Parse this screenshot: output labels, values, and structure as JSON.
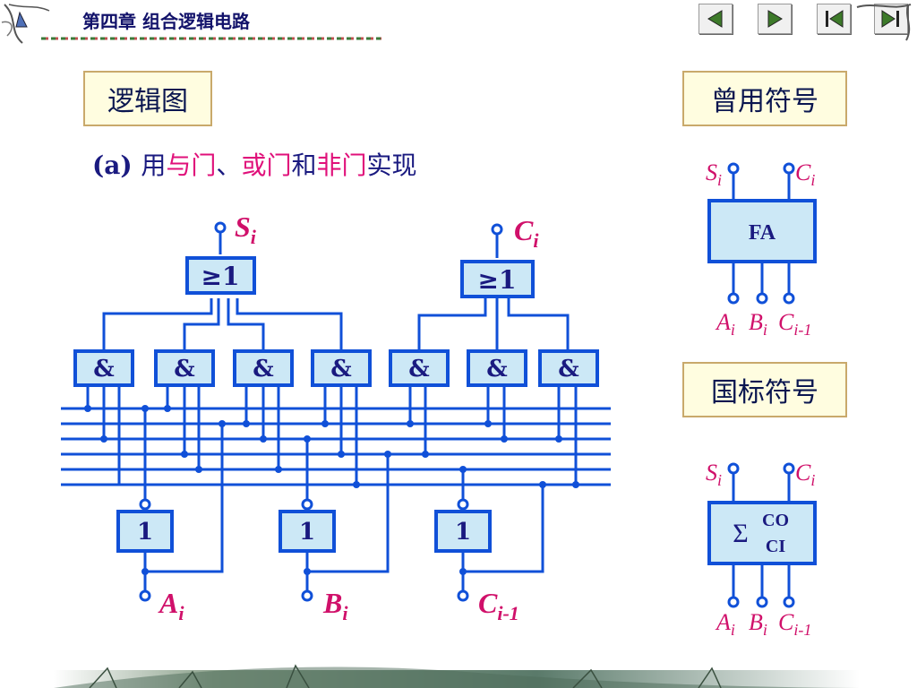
{
  "header": {
    "chapter_title": "第四章 组合逻辑电路",
    "nav": [
      "prev-icon",
      "next-icon",
      "first-icon",
      "last-icon"
    ]
  },
  "labels": {
    "logic_diagram": "逻辑图",
    "common_symbol": "曾用符号",
    "national_symbol": "国标符号"
  },
  "subtitle": {
    "prefix": "(a) ",
    "parts": [
      {
        "text": "用",
        "color": "#1a1a80"
      },
      {
        "text": "与门",
        "color": "#e0107a"
      },
      {
        "text": "、",
        "color": "#1a1a80"
      },
      {
        "text": "或门",
        "color": "#e0107a"
      },
      {
        "text": "和",
        "color": "#1a1a80"
      },
      {
        "text": "非门",
        "color": "#e0107a"
      },
      {
        "text": "实现",
        "color": "#1a1a80"
      }
    ]
  },
  "gates": {
    "or_label": "≥1",
    "and_label": "&",
    "not_label": "1"
  },
  "io": {
    "S": "S",
    "C": "C",
    "A": "A",
    "B": "B",
    "i": "i",
    "im1": "i-1"
  },
  "fa_block": {
    "label": "FA"
  },
  "gb_block": {
    "sigma": "Σ",
    "co": "CO",
    "ci": "CI"
  },
  "colors": {
    "wire": "#1050d8",
    "gate_fill": "#cce8f6",
    "io_label": "#d0106a",
    "label_bg": "#fffde0",
    "label_border": "#c9a96b",
    "title": "#1a1a80"
  }
}
